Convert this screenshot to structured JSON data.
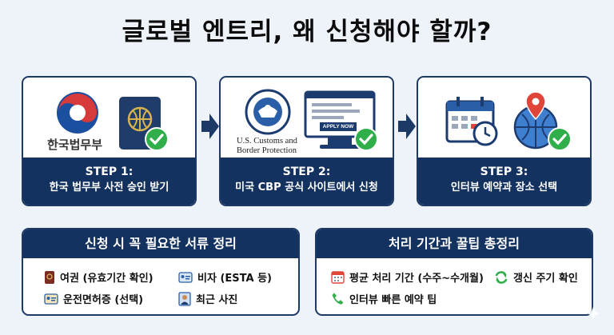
{
  "title": "글로벌 엔트리, 왜 신청해야 할까?",
  "steps": [
    {
      "step": "STEP 1:",
      "desc": "한국 법무부 사전 승인 받기",
      "logo_text": "한국법무부"
    },
    {
      "step": "STEP 2:",
      "desc": "미국 CBP 공식 사이트에서 신청",
      "logo_text_1": "U.S. Customs and",
      "logo_text_2": "Border Protection",
      "button": "APPLY NOW"
    },
    {
      "step": "STEP 3:",
      "desc": "인터뷰 예약과 장소 선택"
    }
  ],
  "documents": {
    "header": "신청 시 꼭 필요한 서류 정리",
    "items": [
      "여권 (유효기간 확인)",
      "비자 (ESTA 등)",
      "운전면허증 (선택)",
      "최근 사진"
    ]
  },
  "tips": {
    "header": "처리 기간과 꿀팁 총정리",
    "items": [
      "평균 처리 기간 (수주~수개월)",
      "갱신 주기 확인",
      "인터뷰 빠른 예약 팁"
    ]
  },
  "colors": {
    "navy": "#14325f",
    "green": "#2fae4a",
    "red": "#e0453a",
    "blue": "#2a5fa8"
  }
}
